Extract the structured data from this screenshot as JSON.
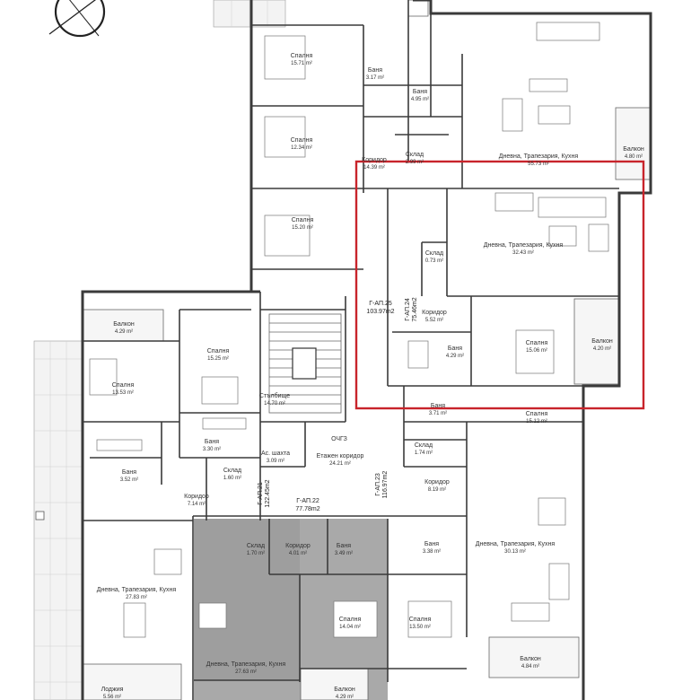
{
  "rooms": [
    {
      "name": "Спалня",
      "area": "15.71 m²"
    },
    {
      "name": "Баня",
      "area": "3.17 m²"
    },
    {
      "name": "Баня",
      "area": "4.95 m²"
    },
    {
      "name": "Спалня",
      "area": "12.34 m²"
    },
    {
      "name": "Склад",
      "area": "2.99 m²"
    },
    {
      "name": "Коридор",
      "area": "14.39 m²"
    },
    {
      "name": "Дневна, Трапезария, Кухня",
      "area": "55.73 m²"
    },
    {
      "name": "Балкон",
      "area": "4.80 m²"
    },
    {
      "name": "Спалня",
      "area": "15.20 m²"
    },
    {
      "name": "Дневна, Трапезария, Кухня",
      "area": "32.43 m²"
    },
    {
      "name": "Склад",
      "area": "0.73 m²"
    },
    {
      "name": "Коридор",
      "area": "5.52 m²"
    },
    {
      "name": "Баня",
      "area": "4.29 m²"
    },
    {
      "name": "Спалня",
      "area": "15.06 m²"
    },
    {
      "name": "Балкон",
      "area": "4.20 m²"
    },
    {
      "name": "Баня",
      "area": "3.71 m²"
    },
    {
      "name": "Спалня",
      "area": "15.12 m²"
    },
    {
      "name": "Балкон",
      "area": "4.29 m²"
    },
    {
      "name": "Спалня",
      "area": "15.25 m²"
    },
    {
      "name": "Спалня",
      "area": "13.53 m²"
    },
    {
      "name": "Стълбище",
      "area": "14.70 m²"
    },
    {
      "name": "Баня",
      "area": "3.30 m²"
    },
    {
      "name": "Ас. шахта",
      "area": "3.09 m²"
    },
    {
      "name": "Етажен коридор",
      "area": "24.21 m²"
    },
    {
      "name": "Склад",
      "area": "1.74 m²"
    },
    {
      "name": "Баня",
      "area": "3.52 m²"
    },
    {
      "name": "Склад",
      "area": "1.60 m²"
    },
    {
      "name": "Коридор",
      "area": "7.14 m²"
    },
    {
      "name": "Коридор",
      "area": "8.19 m²"
    },
    {
      "name": "Склад",
      "area": "1.70 m²"
    },
    {
      "name": "Коридор",
      "area": "4.01 m²"
    },
    {
      "name": "Баня",
      "area": "3.49 m²"
    },
    {
      "name": "Баня",
      "area": "3.38 m²"
    },
    {
      "name": "Дневна, Трапезария, Кухня",
      "area": "30.13 m²"
    },
    {
      "name": "Дневна, Трапезария, Кухня",
      "area": "27.83 m²"
    },
    {
      "name": "Спалня",
      "area": "14.04 m²"
    },
    {
      "name": "Спалня",
      "area": "13.50 m²"
    },
    {
      "name": "Дневна, Трапезария, Кухня",
      "area": "27.63 m²"
    },
    {
      "name": "Балкон",
      "area": "4.84 m²"
    },
    {
      "name": "Лоджия",
      "area": "5.56 m²"
    },
    {
      "name": "Балкон",
      "area": "4.29 m²"
    }
  ],
  "apartments": [
    {
      "code": "Г-АП.25",
      "area": "103.97m2"
    },
    {
      "code": "Г-АП.24",
      "area": "75.46m2"
    },
    {
      "code": "Г-АП.23",
      "area": "116.97m2"
    },
    {
      "code": "Г-АП.21",
      "area": "122.45m2"
    },
    {
      "code": "Г-АП.22",
      "area": "77.78m2"
    }
  ],
  "common_label": "ОЧГЗ",
  "highlight_color": "#c8242b",
  "shade_color": "#a8a8a8"
}
